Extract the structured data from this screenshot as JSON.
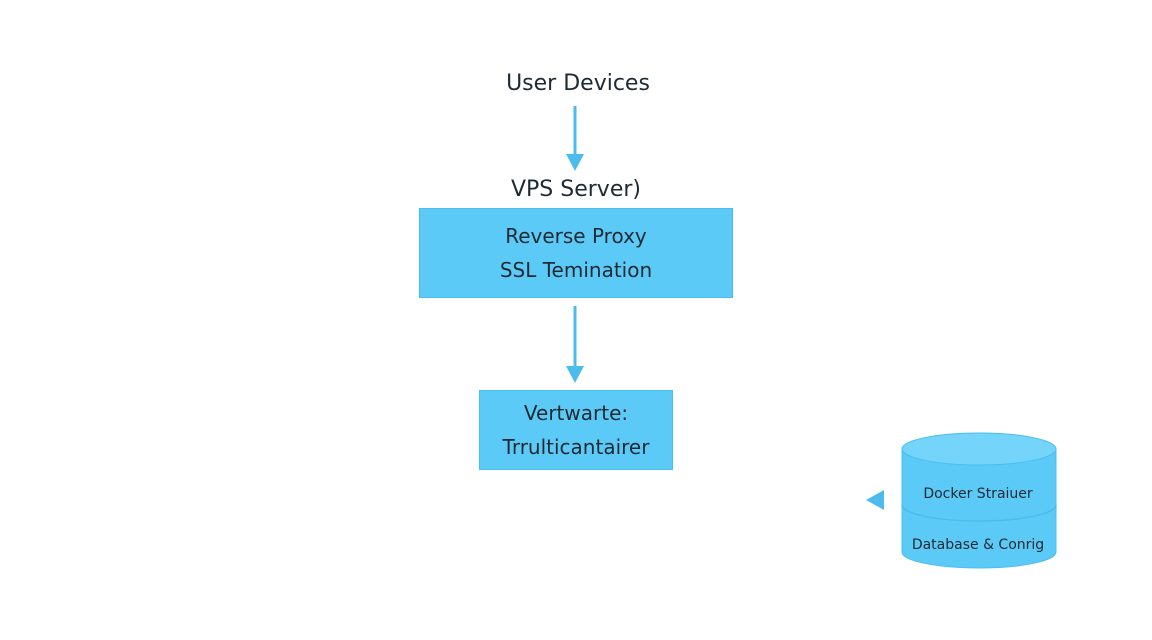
{
  "diagram": {
    "nodes": {
      "user_devices": {
        "label": "User Devices"
      },
      "vps_server": {
        "label": "VPS Server)"
      },
      "reverse_proxy": {
        "line1": "Reverse Proxy",
        "line2": "SSL Temination"
      },
      "container": {
        "line1": "Vertwarte:",
        "line2": "Trrulticantairer"
      },
      "storage": {
        "line1": "Docker Straiuer",
        "line2": "Database & Conrig"
      }
    },
    "colors": {
      "node_fill": "#5ccaf7",
      "arrow": "#4bbcec",
      "text": "#1f2a33"
    },
    "edges": [
      {
        "from": "user_devices",
        "to": "vps_server"
      },
      {
        "from": "reverse_proxy",
        "to": "container"
      },
      {
        "from": "storage",
        "to": "left"
      }
    ]
  }
}
